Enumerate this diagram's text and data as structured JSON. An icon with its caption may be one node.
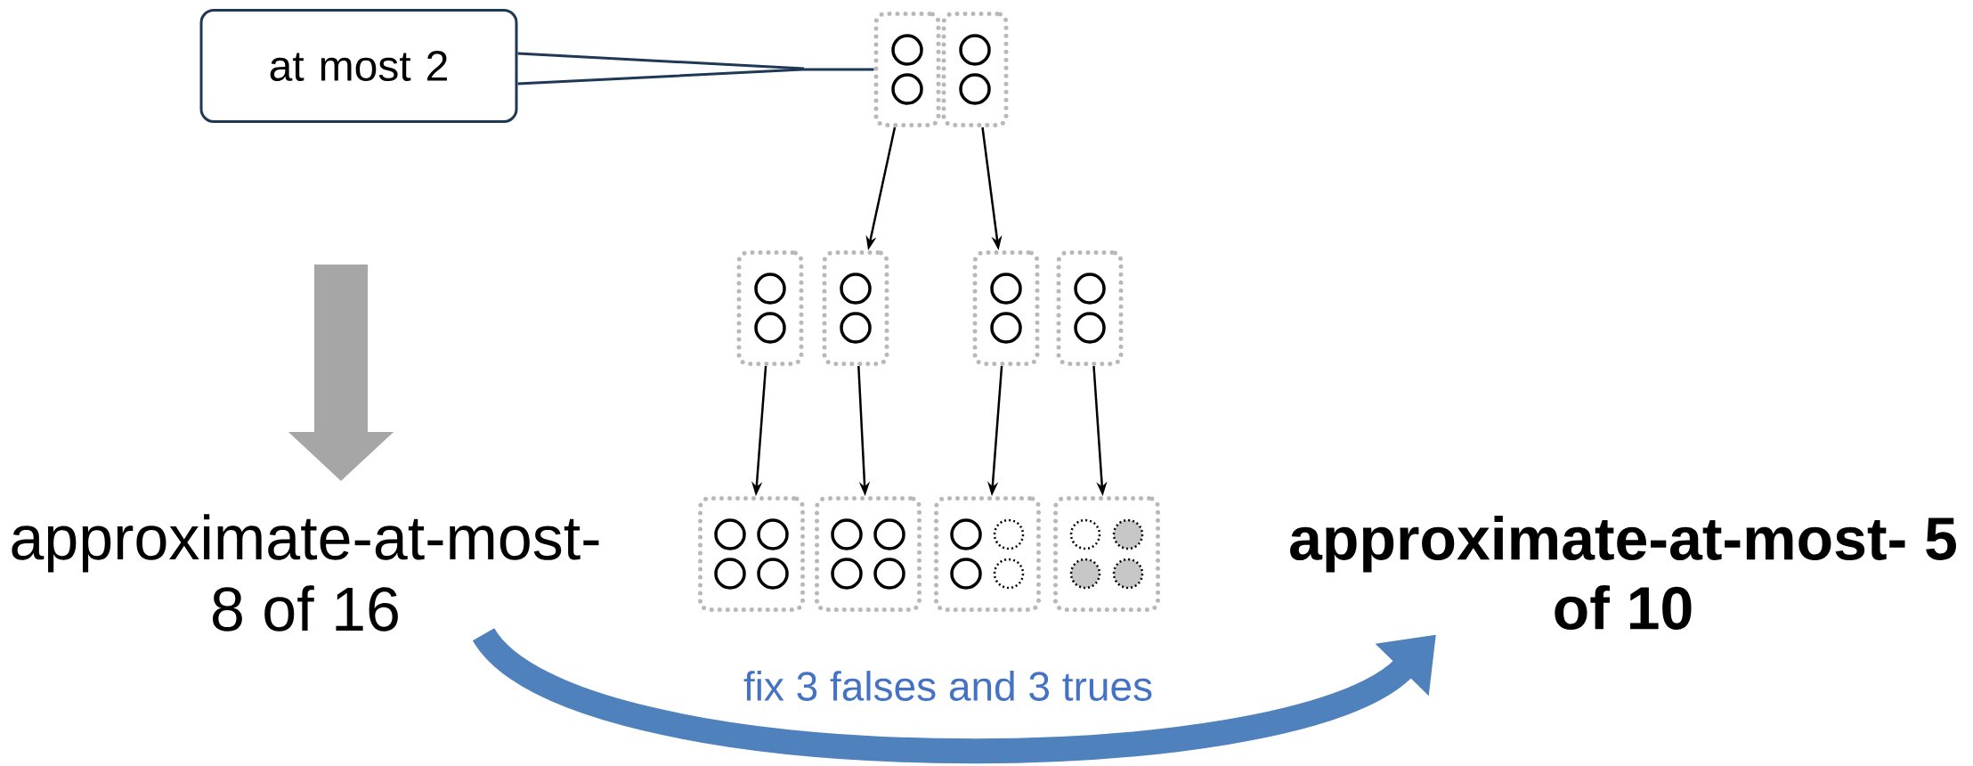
{
  "diagram": {
    "nodes": [
      {
        "text": [
          "at most 2"
        ]
      },
      {
        "text": [],
        "shape": "box"
      },
      {
        "text": [],
        "shape": "box"
      },
      {
        "text": [],
        "shape": "box"
      },
      {
        "text": [],
        "shape": "box"
      },
      {
        "text": [],
        "shape": "box"
      },
      {
        "text": [],
        "shape": "box"
      },
      {
        "text": [],
        "shape": "box"
      },
      {
        "text": [],
        "shape": "box"
      },
      {
        "text": [],
        "shape": "box"
      },
      {
        "text": [],
        "shape": "box"
      },
      {
        "text": [
          "approximate-at-most- 8 of 16"
        ]
      },
      {
        "text": [
          "approximate-at-most- 5 of 10"
        ]
      }
    ],
    "edges": [
      {
        "from": 0,
        "to": 1,
        "arrow": "none"
      },
      {
        "from": 1,
        "to": 4,
        "arrow": "to"
      },
      {
        "from": 2,
        "to": 5,
        "arrow": "to"
      },
      {
        "from": 3,
        "to": 7,
        "arrow": "to"
      },
      {
        "from": 4,
        "to": 8,
        "arrow": "to"
      },
      {
        "from": 5,
        "to": 9,
        "arrow": "to"
      },
      {
        "from": 6,
        "to": 10,
        "arrow": "to"
      },
      {
        "from": 11,
        "to": 12,
        "arrow": "to",
        "style": "thick",
        "color": "#4f81bd",
        "label": "fix 3 falses and 3 trues"
      }
    ]
  }
}
